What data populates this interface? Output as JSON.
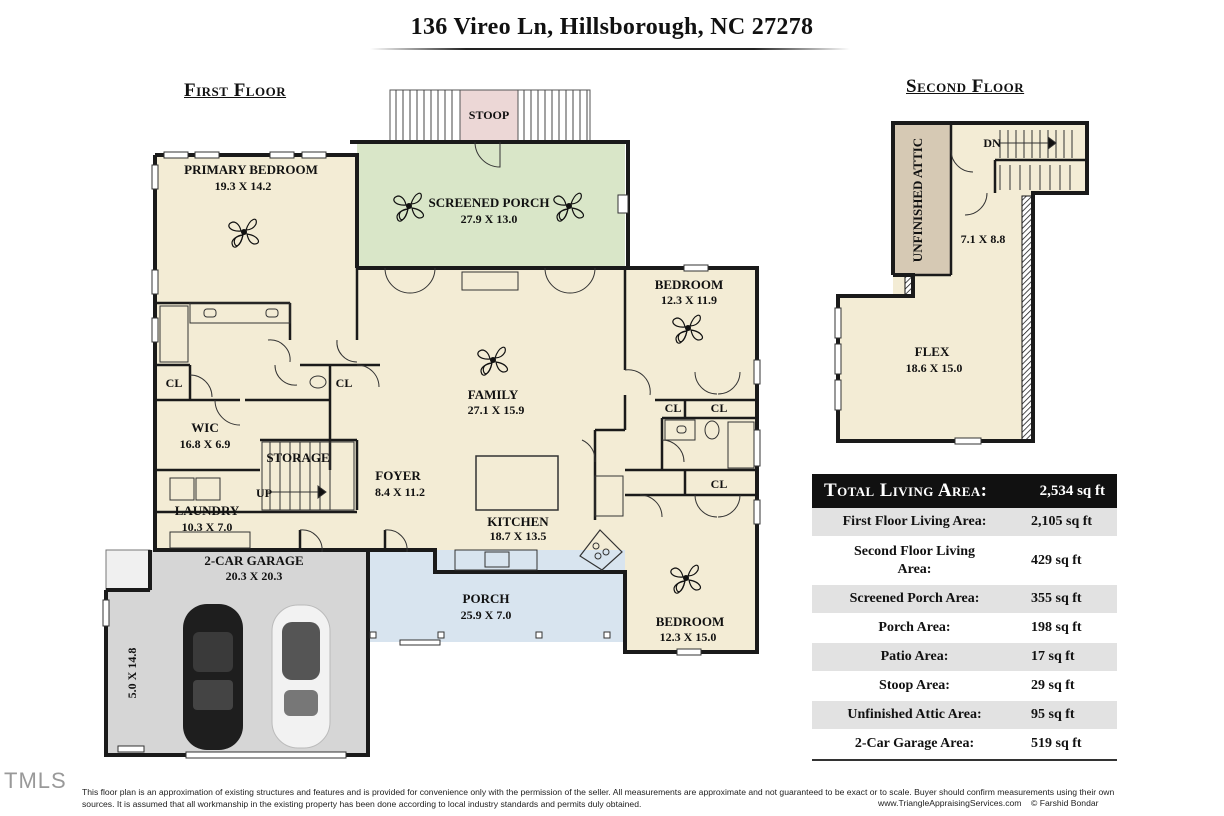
{
  "header": {
    "address": "136 Vireo Ln, Hillsborough, NC 27278"
  },
  "floors": {
    "first": "First Floor",
    "second": "Second Floor"
  },
  "rooms": {
    "stoop": {
      "name": "STOOP"
    },
    "screened_porch": {
      "name": "SCREENED PORCH",
      "dims": "27.9 X 13.0"
    },
    "primary_bedroom": {
      "name": "PRIMARY BEDROOM",
      "dims": "19.3 X 14.2"
    },
    "bedroom_upper": {
      "name": "BEDROOM",
      "dims": "12.3 X 11.9"
    },
    "family": {
      "name": "FAMILY",
      "dims": "27.1 X 15.9"
    },
    "wic": {
      "name": "WIC",
      "dims": "16.8 X 6.9"
    },
    "storage": {
      "name": "STORAGE"
    },
    "foyer": {
      "name": "FOYER",
      "dims": "8.4 X 11.2"
    },
    "laundry": {
      "name": "LAUNDRY",
      "dims": "10.3 X 7.0"
    },
    "kitchen": {
      "name": "KITCHEN",
      "dims": "18.7 X 13.5"
    },
    "garage": {
      "name": "2-CAR GARAGE",
      "dims": "20.3 X 20.3"
    },
    "porch": {
      "name": "PORCH",
      "dims": "25.9 X 7.0"
    },
    "bedroom_lower": {
      "name": "BEDROOM",
      "dims": "12.3 X 15.0"
    },
    "patio": {
      "dims": "5.0 X 14.8"
    },
    "unfinished_attic": {
      "name": "UNFINISHED ATTIC"
    },
    "second_landing": {
      "dims": "7.1 X 8.8"
    },
    "flex": {
      "name": "FLEX",
      "dims": "18.6 X 15.0"
    }
  },
  "labels": {
    "closet": "CL",
    "up": "UP",
    "down": "DN"
  },
  "area_table": {
    "total_label": "Total Living Area:",
    "total_value": "2,534 sq ft",
    "rows": [
      {
        "label": "First Floor Living Area:",
        "value": "2,105 sq ft"
      },
      {
        "label": "Second Floor Living Area:",
        "value": "429 sq ft"
      },
      {
        "label": "Screened Porch Area:",
        "value": "355 sq ft"
      },
      {
        "label": "Porch Area:",
        "value": "198 sq ft"
      },
      {
        "label": "Patio Area:",
        "value": "17 sq ft"
      },
      {
        "label": "Stoop Area:",
        "value": "29 sq ft"
      },
      {
        "label": "Unfinished Attic Area:",
        "value": "95 sq ft"
      },
      {
        "label": "2-Car Garage Area:",
        "value": "519 sq ft"
      }
    ]
  },
  "footer": {
    "disclaimer": "This floor plan is an approximation of existing structures and features and is provided for convenience only with the permission of the seller.  All measurements are approximate and not guaranteed to be exact or to scale.  Buyer should confirm measurements using their own sources.  It is assumed that all workmanship in the existing property has been done according to local industry standards and permits duly obtained.",
    "website": "www.TriangleAppraisingServices.com",
    "copyright": "© Farshid Bondar"
  },
  "logo": {
    "text": "TMLS"
  },
  "colors": {
    "living": "#f3ecd5",
    "screened_porch": "#d9e6c8",
    "porch": "#d8e4ef",
    "garage": "#d6d6d6",
    "attic": "#d6c9b4",
    "stoop": "#ecd7d6",
    "wall": "#1a1a1a"
  }
}
